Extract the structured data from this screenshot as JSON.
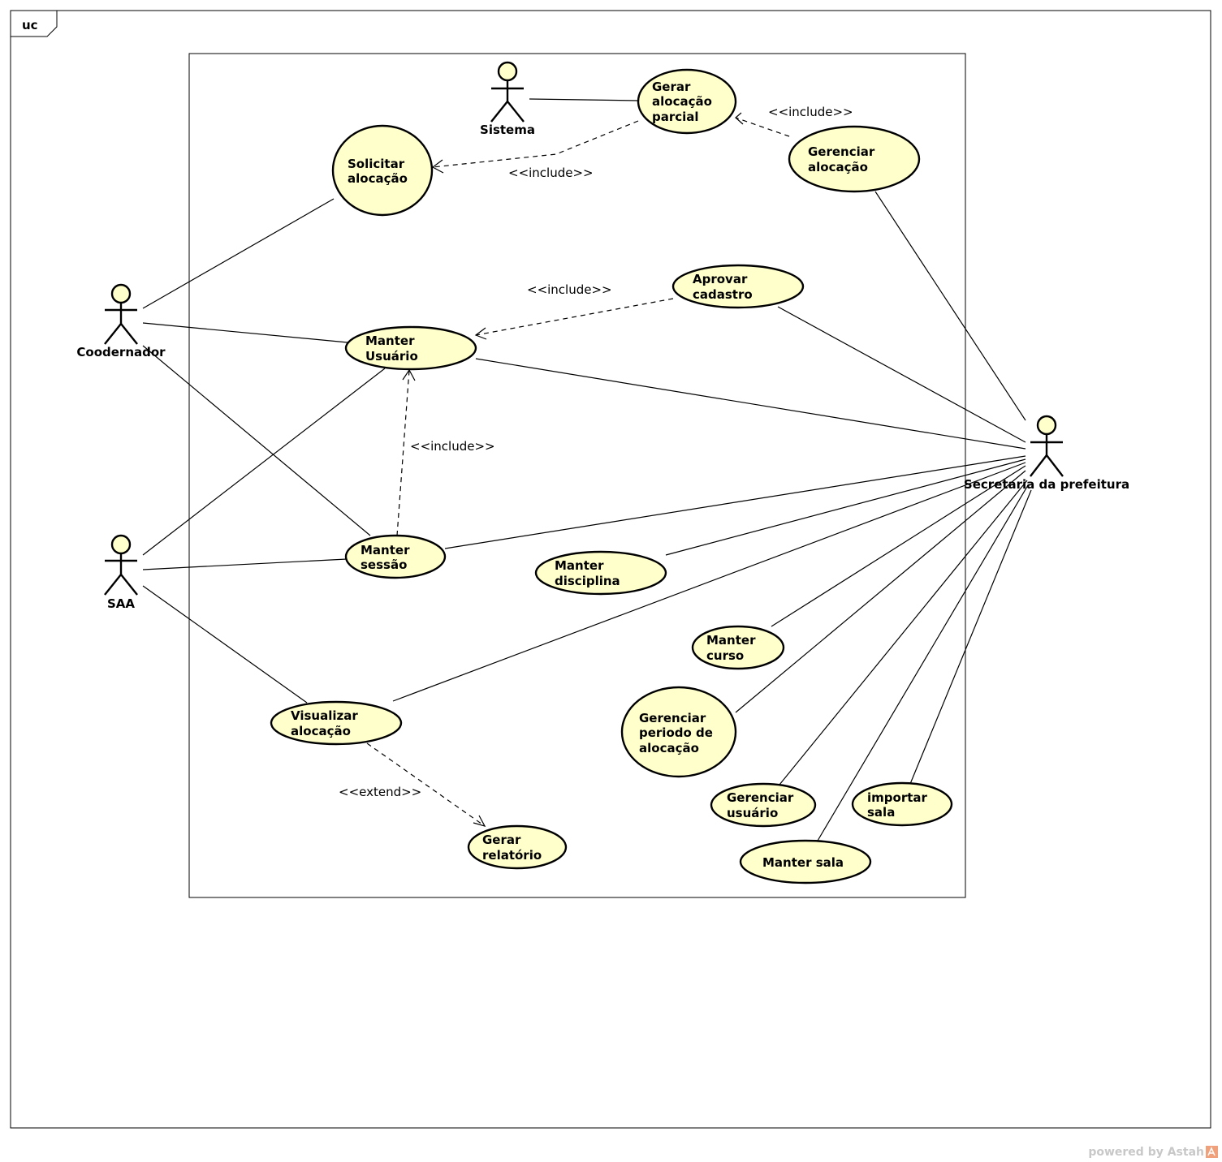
{
  "frame": {
    "label": "uc"
  },
  "footer": {
    "text": "powered by Astah",
    "logo_icon": "astah-logo-icon",
    "logo_color": "#f0a07a"
  },
  "colors": {
    "usecase_fill": "#ffffcc",
    "stroke": "#000000",
    "background": "#ffffff"
  },
  "actors": {
    "sistema": "Sistema",
    "coodernador": "Coodernador",
    "saa": "SAA",
    "secretaria": "Secretaria da prefeitura"
  },
  "usecases": {
    "gerar_alocacao_parcial": [
      "Gerar",
      "alocação",
      "parcial"
    ],
    "solicitar_alocacao": [
      "Solicitar",
      "alocação"
    ],
    "gerenciar_alocacao": [
      "Gerenciar",
      "alocação"
    ],
    "aprovar_cadastro": [
      "Aprovar",
      "cadastro"
    ],
    "manter_usuario": [
      "Manter",
      "Usuário"
    ],
    "manter_sessao": [
      "Manter",
      "sessão"
    ],
    "manter_disciplina": [
      "Manter",
      "disciplina"
    ],
    "manter_curso": [
      "Manter",
      "curso"
    ],
    "gerenciar_periodo": [
      "Gerenciar",
      "periodo de",
      "alocação"
    ],
    "visualizar_alocacao": [
      "Visualizar",
      "alocação"
    ],
    "gerenciar_usuario": [
      "Gerenciar",
      "usuário"
    ],
    "importar_sala": [
      "importar",
      "sala"
    ],
    "manter_sala": [
      "Manter sala"
    ],
    "gerar_relatorio": [
      "Gerar",
      "relatório"
    ]
  },
  "relations": {
    "include_1": "<<include>>",
    "include_2": "<<include>>",
    "include_3": "<<include>>",
    "include_4": "<<include>>",
    "extend_1": "<<extend>>"
  }
}
